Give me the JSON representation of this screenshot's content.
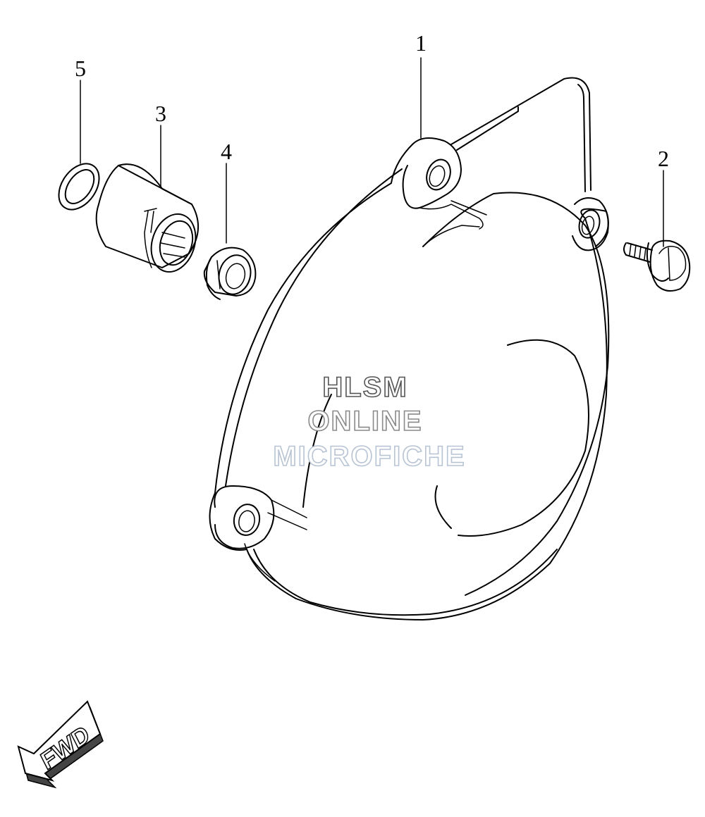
{
  "callouts": [
    {
      "id": "cover",
      "label": "1"
    },
    {
      "id": "bolt",
      "label": "2"
    },
    {
      "id": "sleeve",
      "label": "3"
    },
    {
      "id": "nut",
      "label": "4"
    },
    {
      "id": "oring",
      "label": "5"
    }
  ],
  "watermark": {
    "line1": "HLSM",
    "line2": "ONLINE",
    "line3": "MICROFICHE",
    "colors": [
      "#555555",
      "#8a8a8a",
      "#b8c4d4"
    ]
  },
  "fwd_label": "FWD"
}
